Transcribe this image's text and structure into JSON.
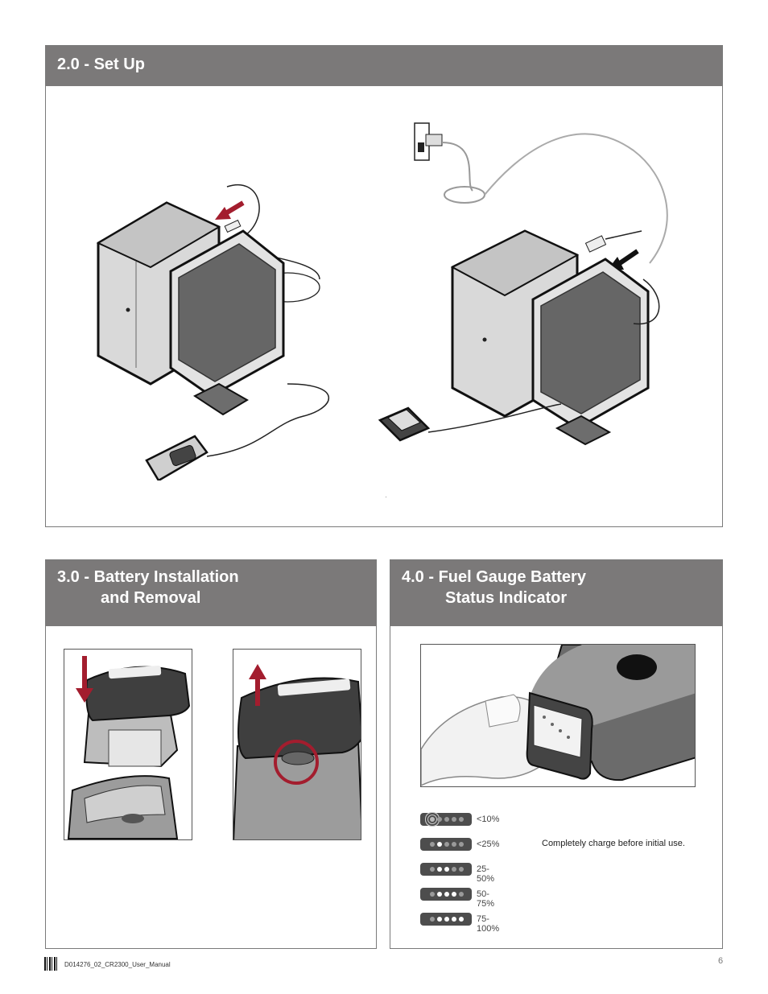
{
  "setup": {
    "title": "2.0 - Set Up"
  },
  "battery": {
    "title_line1": "3.0 - Battery Installation",
    "title_line2": "and Removal"
  },
  "fuel": {
    "title_line1": "4.0 - Fuel Gauge Battery",
    "title_line2": "Status Indicator",
    "note": "Completely charge before initial use.",
    "levels": [
      {
        "label": "<10%",
        "lit": 0
      },
      {
        "label": "<25%",
        "lit": 1
      },
      {
        "label": "25-50%",
        "lit": 2
      },
      {
        "label": "50-75%",
        "lit": 3
      },
      {
        "label": "75-100%",
        "lit": 4
      }
    ]
  },
  "footer": {
    "doc_id": "D014276_02_CR2300_User_Manual",
    "page": "6"
  },
  "colors": {
    "header": "#7b7979",
    "accent": "#a31d2e",
    "device": "#4d4d4d"
  }
}
